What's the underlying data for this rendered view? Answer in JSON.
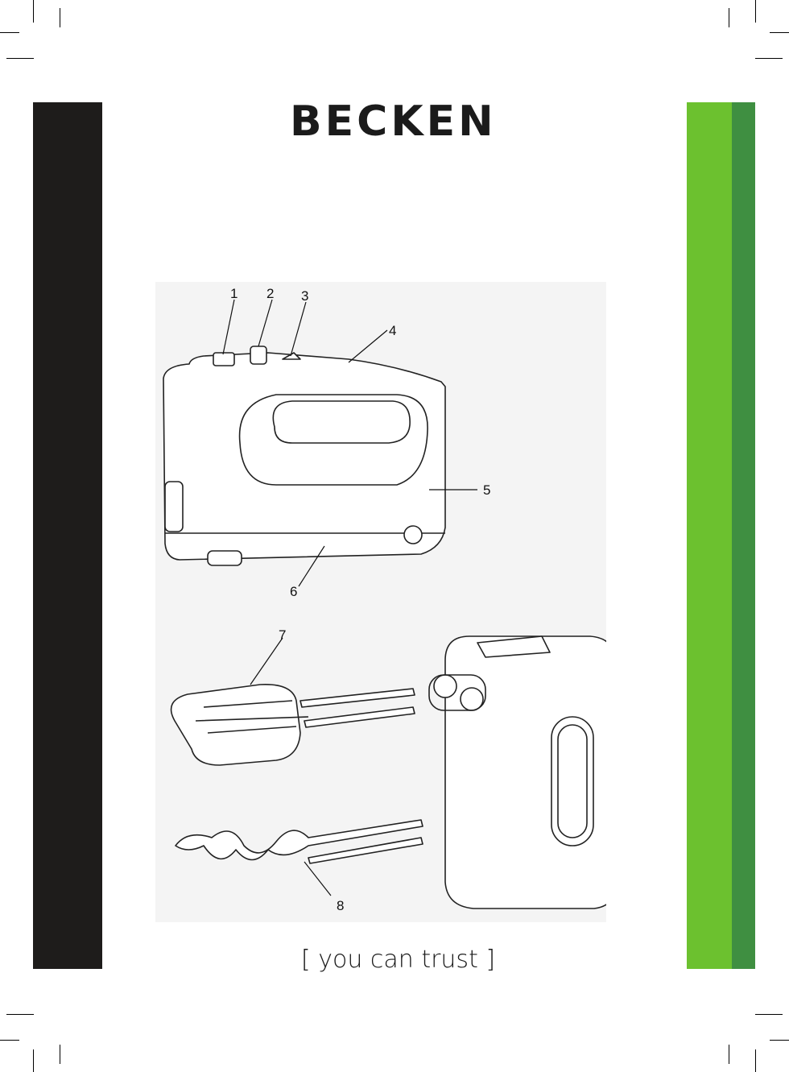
{
  "brand": {
    "logo_text": "BECKEN"
  },
  "tagline": "[ you can trust ]",
  "callouts": [
    "1",
    "2",
    "3",
    "4",
    "5",
    "6",
    "7",
    "8"
  ],
  "colors": {
    "black_bar": "#1e1c1b",
    "green_light": "#6cc12f",
    "green_dark": "#3f8f41"
  }
}
